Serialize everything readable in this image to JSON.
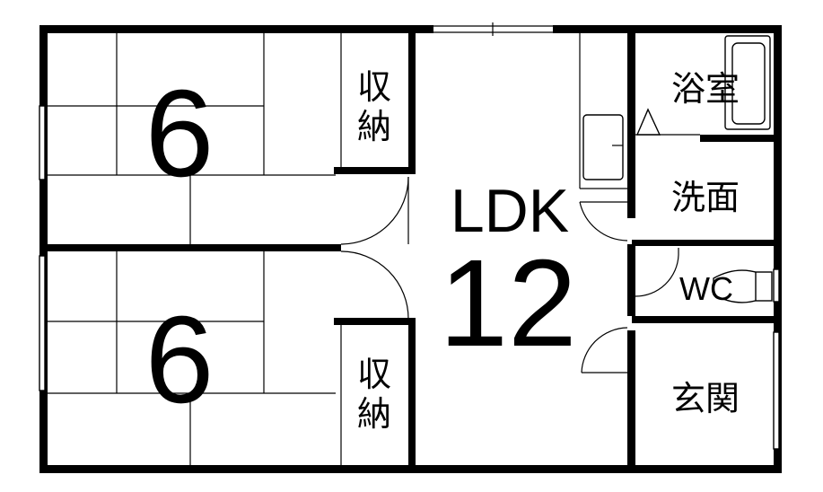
{
  "floor_plan": {
    "rooms": {
      "washitsu_upper": {
        "size": "6"
      },
      "washitsu_lower": {
        "size": "6"
      },
      "storage_upper": {
        "label": "収納"
      },
      "storage_lower": {
        "label": "収納"
      },
      "ldk": {
        "label": "LDK",
        "size": "12"
      },
      "bath": {
        "label": "浴室"
      },
      "washroom": {
        "label": "洗面"
      },
      "toilet": {
        "label": "WC"
      },
      "entrance": {
        "label": "玄関"
      }
    }
  }
}
